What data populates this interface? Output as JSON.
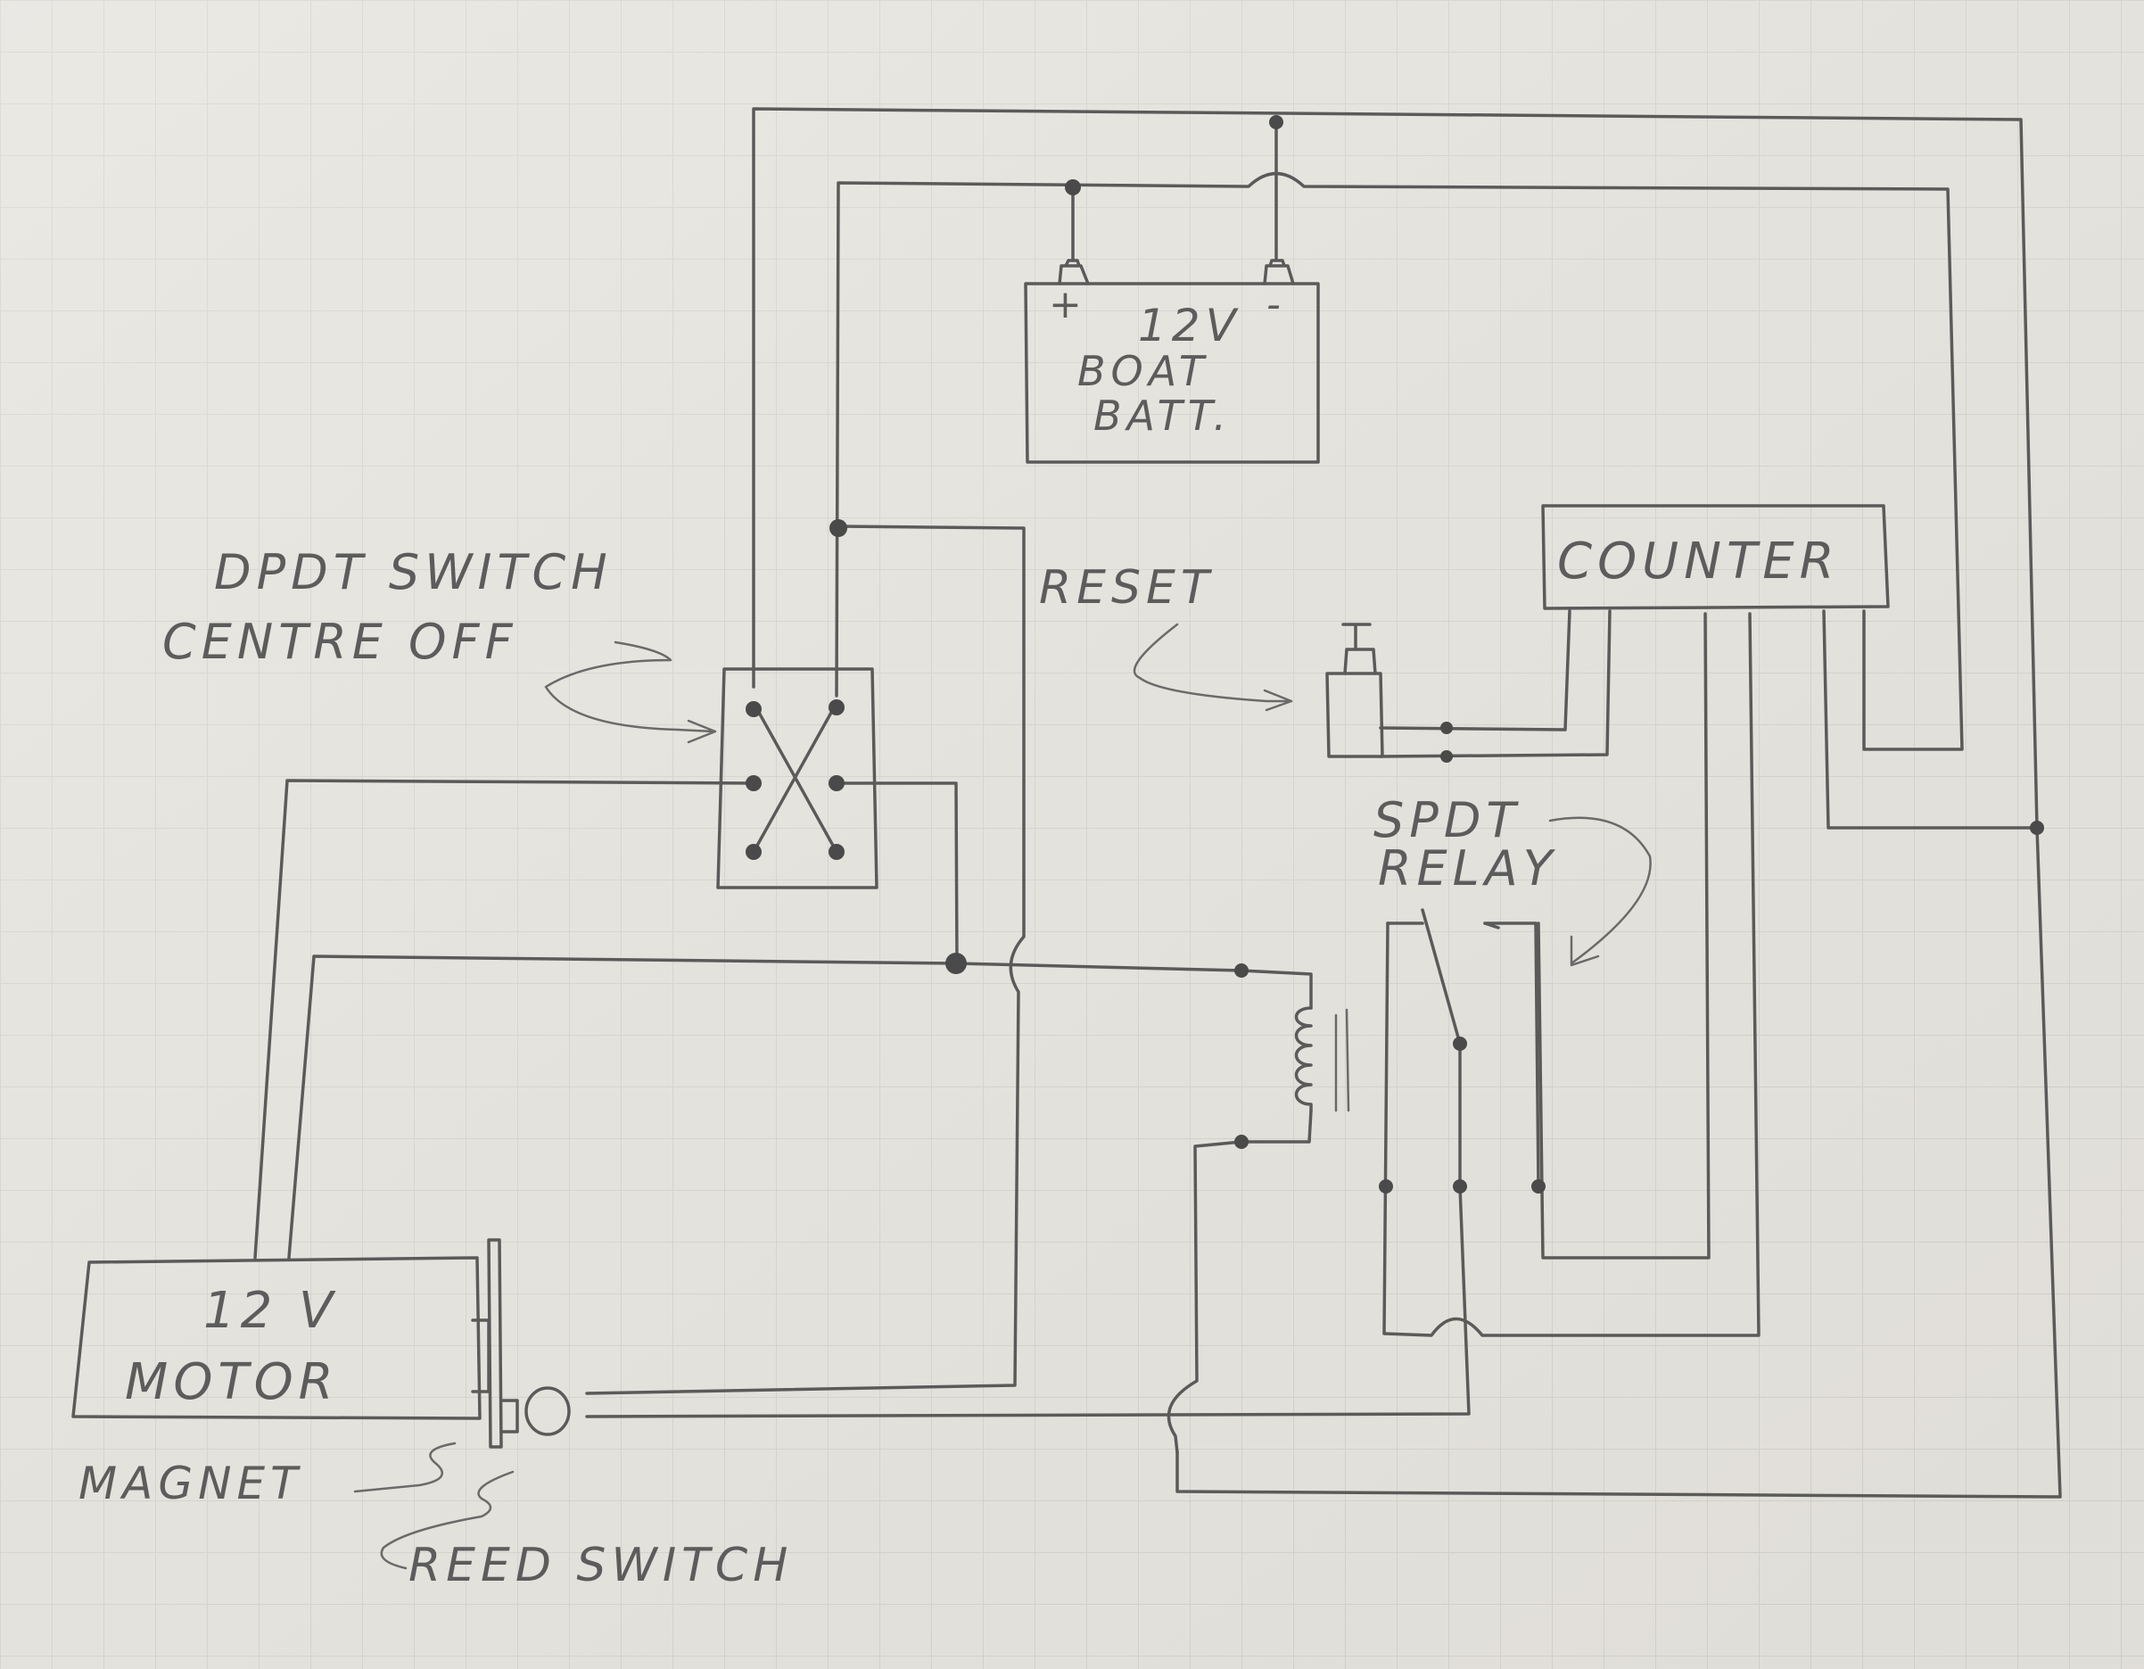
{
  "labels": {
    "battery_voltage": "12V",
    "battery_plus": "+",
    "battery_minus": "-",
    "battery_line1": "BOAT",
    "battery_line2": "BATT.",
    "counter": "COUNTER",
    "reset": "RESET",
    "dpdt_line1": "DPDT SWITCH",
    "dpdt_line2": "CENTRE OFF",
    "relay_line1": "SPDT",
    "relay_line2": "RELAY",
    "motor_line1": "12 V",
    "motor_line2": "MOTOR",
    "magnet": "MAGNET",
    "reed_switch": "REED SWITCH"
  },
  "colors": {
    "paper": "#e4e2dc",
    "grid": "#c9c8c6",
    "pencil": "#5a5a5a"
  }
}
